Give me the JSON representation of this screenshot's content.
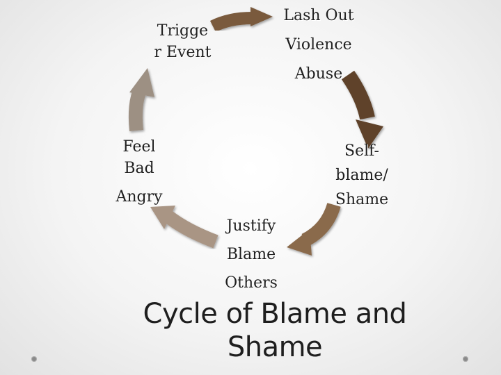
{
  "nodes": {
    "trigger": [
      "Trigge",
      "r Event"
    ],
    "lash_out": [
      "Lash Out",
      "Violence",
      "Abuse"
    ],
    "self_blame": [
      "Self-",
      "blame/",
      "Shame"
    ],
    "justify": [
      "Justify",
      "Blame",
      "Others"
    ],
    "feel_bad": [
      "Feel",
      "Bad",
      "Angry"
    ]
  },
  "title": [
    "Cycle of Blame and",
    "Shame"
  ],
  "colors": {
    "arrow_trigger_to_lash": "#7a5a3c",
    "arrow_lash_to_self": "#5e432a",
    "arrow_self_to_justify": "#8a6a4c",
    "arrow_justify_to_feel": "#a99584",
    "arrow_feel_to_trigger": "#9d9083"
  },
  "icons": [
    "bullet-dot-icon",
    "bullet-dot-icon"
  ]
}
